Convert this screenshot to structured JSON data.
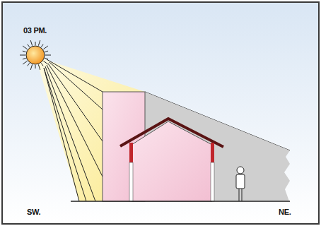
{
  "diagram": {
    "labels": [
      "03 PM.",
      "SW.",
      "NE."
    ]
  }
}
